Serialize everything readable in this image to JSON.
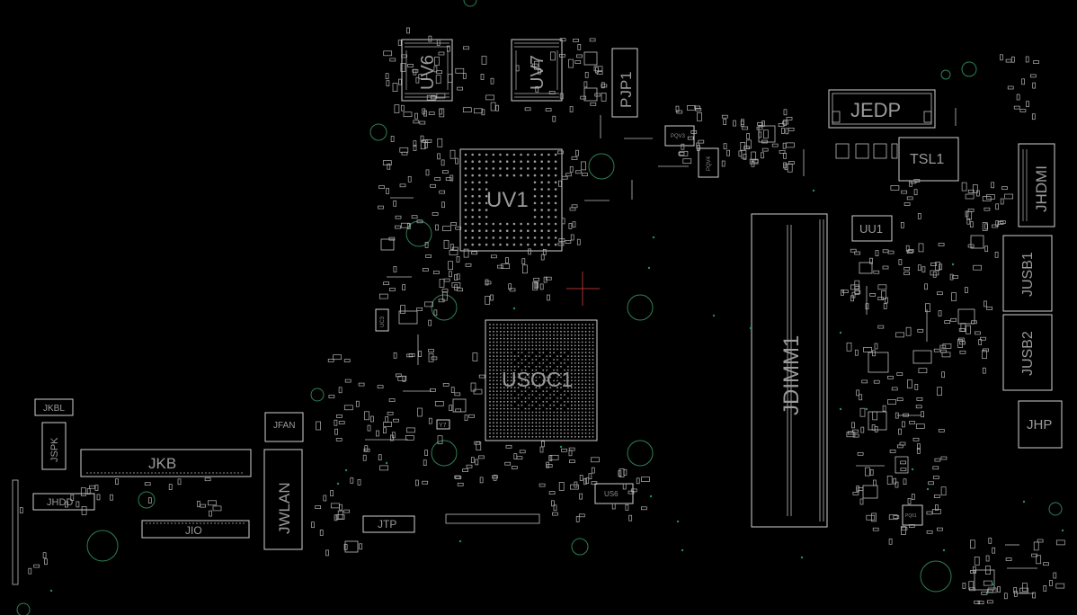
{
  "labels": {
    "uv6": "UV6",
    "uv7": "UV7",
    "pjp1": "PJP1",
    "jedp": "JEDP",
    "tsl1": "TSL1",
    "jhdmi": "JHDMI",
    "uv1": "UV1",
    "uu1": "UU1",
    "jusb1": "JUSB1",
    "jusb2": "JUSB2",
    "jdimm1": "JDIMM1",
    "usoc1": "USOC1",
    "jhp": "JHP",
    "jkbl": "JKBL",
    "jspk": "JSPK",
    "jkb": "JKB",
    "jhdd": "JHDD",
    "jio": "JIO",
    "jfan": "JFAN",
    "jwlan": "JWLAN",
    "jtp": "JTP",
    "pqv3": "PQV3",
    "pqv4": "PQV4",
    "uc3": "UC3",
    "y7": "Y7",
    "us6": "US6",
    "pq61": "PQ61"
  },
  "colors": {
    "background": "#000000",
    "outline": "#cfcfcf",
    "label": "#9a9a9a",
    "mounting_hole": "#2f7f55",
    "cursor": "#b03030"
  }
}
